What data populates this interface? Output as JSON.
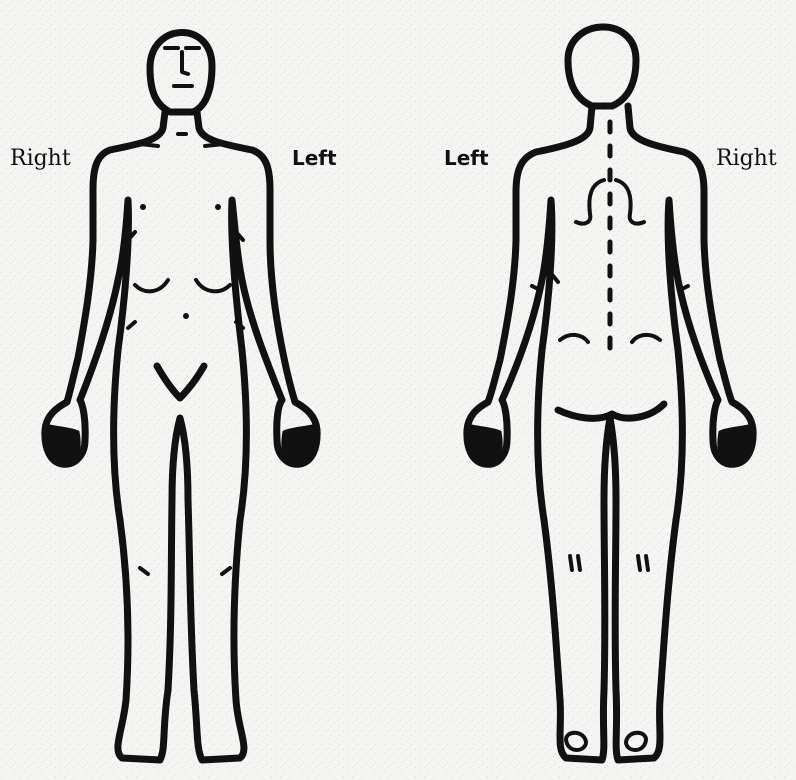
{
  "labels": {
    "front_right": "Right",
    "front_left": "Left",
    "back_left": "Left",
    "back_right": "Right"
  }
}
